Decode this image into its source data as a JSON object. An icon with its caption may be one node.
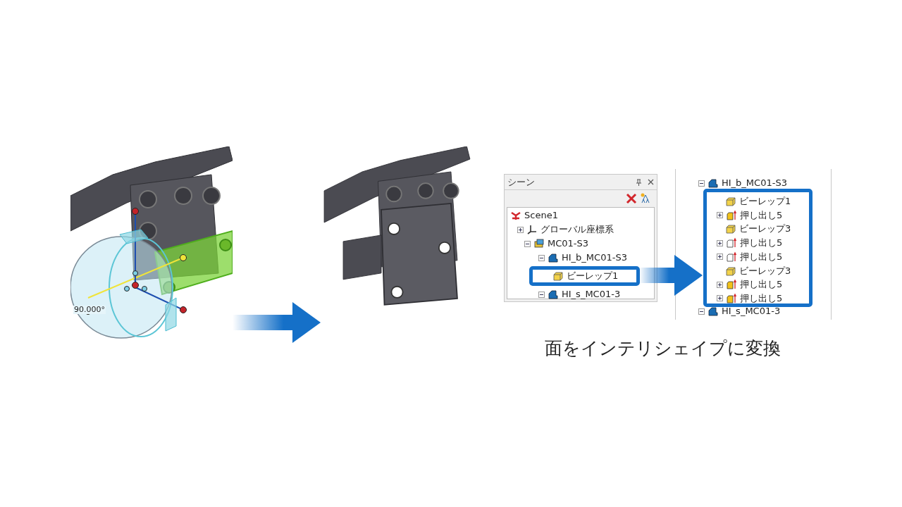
{
  "diagram": {
    "caption": "面をインテリシェイプに変換",
    "nodes": [
      {
        "text": [],
        "shape": "picture"
      },
      {
        "text": [],
        "shape": "picture"
      },
      {
        "text": [
          "シーン",
          "Scene1",
          "グローバル座標系",
          "MC01-S3",
          "HI_b_MC01-S3",
          "HI_s_MC01-3"
        ]
      },
      {
        "text": [
          "ビーレップ1"
        ],
        "in": 2
      },
      {
        "text": [
          "HI_b_MC01-S3",
          "HI_s_MC01-3"
        ]
      },
      {
        "text": [
          "ビーレップ1",
          "押し出し5",
          "ビーレップ3",
          "押し出し5",
          "押し出し5",
          "ビーレップ3",
          "押し出し5",
          "押し出し5"
        ],
        "in": 4
      }
    ],
    "edges": [
      {
        "from": 0,
        "to": 1,
        "arrow": "to",
        "style": "thick"
      },
      {
        "from": 3,
        "to": 5,
        "arrow": "to",
        "style": "thick"
      }
    ],
    "labels": [
      "90.000°"
    ]
  }
}
